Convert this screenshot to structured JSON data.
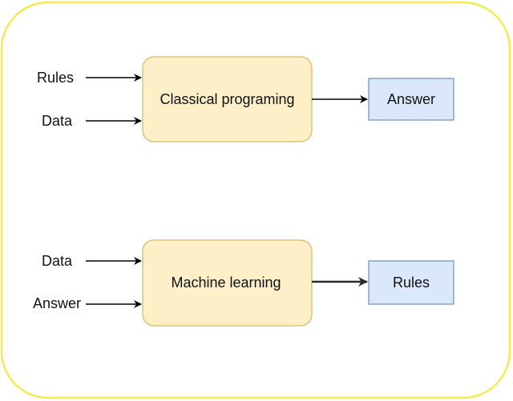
{
  "diagram": {
    "classical": {
      "inputs": [
        "Rules",
        "Data"
      ],
      "process": "Classical programing",
      "output": "Answer"
    },
    "ml": {
      "inputs": [
        "Data",
        "Answer"
      ],
      "process": "Machine learning",
      "output": "Rules"
    }
  },
  "colors": {
    "frame_border": "#f5ea4f",
    "process_fill": "#fdefc8",
    "process_border": "#d8b661",
    "output_fill": "#dbe7fa",
    "output_border": "#6c8fbf",
    "arrow": "#000000"
  }
}
